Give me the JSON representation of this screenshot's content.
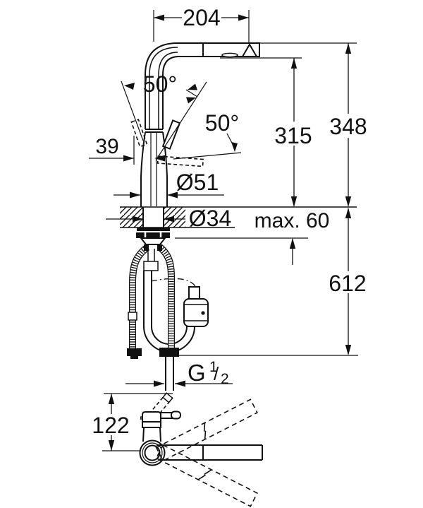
{
  "labels": {
    "d204": "204",
    "angle_top": "50°",
    "angle_side": "50°",
    "d39": "39",
    "dia51": "Ø51",
    "dia34": "Ø34",
    "max60": "max. 60",
    "d315": "315",
    "d348": "348",
    "d612": "612",
    "g": "G",
    "g_num": "1",
    "g_slash": "/",
    "g_den": "2",
    "d122": "122"
  },
  "colors": {
    "ink": "#111111",
    "paper": "#ffffff"
  }
}
